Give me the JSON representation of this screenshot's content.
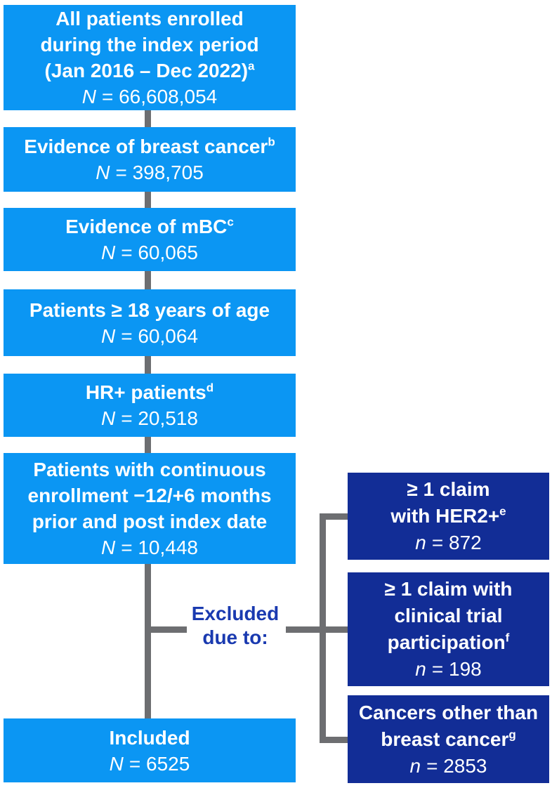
{
  "figure": {
    "excluded_label": {
      "line1": "Excluded",
      "line2": "due to:"
    },
    "main_flow": [
      {
        "lines": [
          "All patients enrolled",
          "during the index period",
          "(Jan 2016 – Dec 2022)"
        ],
        "sup": "a",
        "n_label": "N",
        "n_value": "= 66,608,054"
      },
      {
        "lines": [
          "Evidence of breast cancer"
        ],
        "sup": "b",
        "n_label": "N",
        "n_value": "= 398,705"
      },
      {
        "lines": [
          "Evidence of mBC"
        ],
        "sup": "c",
        "n_label": "N",
        "n_value": "= 60,065"
      },
      {
        "lines": [
          "Patients ≥ 18 years of age"
        ],
        "n_label": "N",
        "n_value": "= 60,064"
      },
      {
        "lines": [
          "HR+ patients"
        ],
        "sup": "d",
        "n_label": "N",
        "n_value": "= 20,518"
      },
      {
        "lines": [
          "Patients with continuous",
          "enrollment −12/+6 months",
          "prior and post index date"
        ],
        "n_label": "N",
        "n_value": "= 10,448"
      },
      {
        "lines": [
          "Included"
        ],
        "n_label": "N",
        "n_value": "= 6525"
      }
    ],
    "exclusions": [
      {
        "lines": [
          "≥ 1 claim",
          "with HER2+"
        ],
        "sup": "e",
        "n_label": "n",
        "n_value": "= 872"
      },
      {
        "lines": [
          "≥ 1 claim with",
          "clinical trial",
          "participation"
        ],
        "sup": "f",
        "n_label": "n",
        "n_value": "= 198"
      },
      {
        "lines": [
          "Cancers other than",
          "breast cancer"
        ],
        "sup": "g",
        "n_label": "n",
        "n_value": "= 2853"
      }
    ],
    "colors": {
      "primary_blue": "#0b96f3",
      "navy_blue": "#122d96",
      "connector_gray": "#6d6e71",
      "excluded_text_blue": "#1a3ab0"
    }
  }
}
